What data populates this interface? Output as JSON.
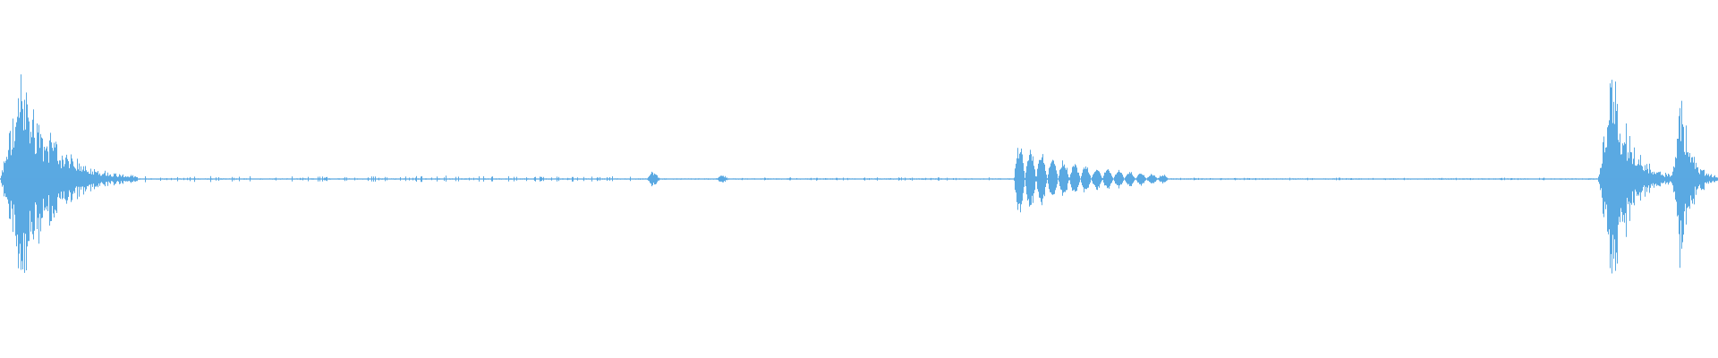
{
  "waveform": {
    "color": "#5aa9e2",
    "background": "#ffffff",
    "description_segments": [
      {
        "kind": "burst",
        "start": 0.0,
        "peak": 0.012,
        "end": 0.08,
        "amplitude": 0.62
      },
      {
        "kind": "noise",
        "start": 0.08,
        "end": 0.37,
        "amplitude": 0.012
      },
      {
        "kind": "blip",
        "center": 0.38,
        "width": 0.004,
        "amplitude": 0.05
      },
      {
        "kind": "blip",
        "center": 0.42,
        "width": 0.004,
        "amplitude": 0.03
      },
      {
        "kind": "noise",
        "start": 0.43,
        "end": 0.59,
        "amplitude": 0.006
      },
      {
        "kind": "pulses",
        "start": 0.59,
        "end": 0.68,
        "count": 14,
        "amplitude": 0.22
      },
      {
        "kind": "noise",
        "start": 0.68,
        "end": 0.9,
        "amplitude": 0.005
      },
      {
        "kind": "burst",
        "start": 0.93,
        "peak": 0.938,
        "end": 0.975,
        "amplitude": 0.7
      },
      {
        "kind": "burst",
        "start": 0.973,
        "peak": 0.978,
        "end": 1.0,
        "amplitude": 0.55
      }
    ]
  }
}
